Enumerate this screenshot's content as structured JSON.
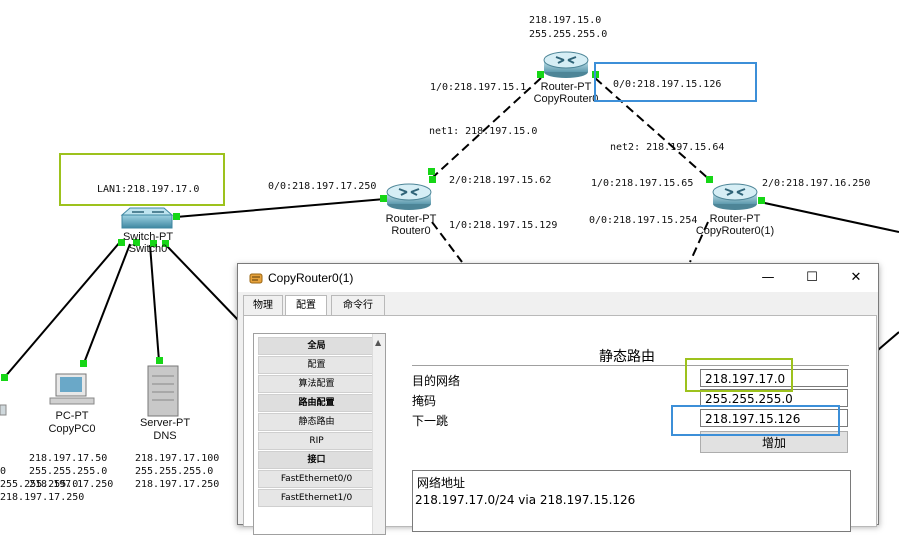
{
  "topology": {
    "top_router": {
      "label_type": "Router-PT",
      "label_name": "CopyRouter0",
      "network": "218.197.15.0",
      "mask": "255.255.255.0"
    },
    "left_router": {
      "label_type": "Router-PT",
      "label_name": "Router0"
    },
    "right_router": {
      "label_type": "Router-PT",
      "label_name": "CopyRouter0(1)"
    },
    "switch": {
      "label_type": "Switch-PT",
      "label_name": "Switch0"
    },
    "pc": {
      "label_type": "PC-PT",
      "label_name": "CopyPC0"
    },
    "server": {
      "label_type": "Server-PT",
      "label_name": "DNS"
    },
    "iface_labels": {
      "top_left": "1/0:218.197.15.1",
      "top_right": "0/0:218.197.15.126",
      "net1": "net1: 218.197.15.0",
      "net2": "net2: 218.197.15.64",
      "lan1": "LAN1:218.197.17.0",
      "left_00": "0/0:218.197.17.250",
      "left_20": "2/0:218.197.15.62",
      "left_10": "1/0:218.197.15.129",
      "right_10": "1/0:218.197.15.65",
      "right_20": "2/0:218.197.16.250",
      "right_00": "0/0:218.197.15.254"
    },
    "left_col": [
      "0",
      "255.255.255.0",
      "218.197.17.250"
    ],
    "pc_info": [
      "218.197.17.50",
      "255.255.255.0",
      "218.197.17.250"
    ],
    "server_info": [
      "218.197.17.100",
      "255.255.255.0",
      "218.197.17.250"
    ]
  },
  "dialog": {
    "title": "CopyRouter0(1)",
    "window_buttons": {
      "minimize": "—",
      "maximize": "☐",
      "close": "✕"
    },
    "tabs": [
      "物理",
      "配置",
      "命令行"
    ],
    "active_tab": "配置",
    "sidebar": [
      "全局",
      "配置",
      "算法配置",
      "路由配置",
      "静态路由",
      "RIP",
      "接口",
      "FastEthernet0/0",
      "FastEthernet1/0"
    ],
    "static_route": {
      "title": "静态路由",
      "dest_label": "目的网络",
      "dest_value": "218.197.17.0",
      "mask_label": "掩码",
      "mask_value": "255.255.255.0",
      "nexthop_label": "下一跳",
      "nexthop_value": "218.197.15.126",
      "add_button": "增加"
    },
    "network_list": {
      "title": "网络地址",
      "entries": [
        "218.197.17.0/24 via 218.197.15.126"
      ]
    }
  },
  "colors": {
    "highlight_green": "#9dc21d",
    "highlight_blue": "#3c8fd8",
    "link_green": "#16d616"
  }
}
